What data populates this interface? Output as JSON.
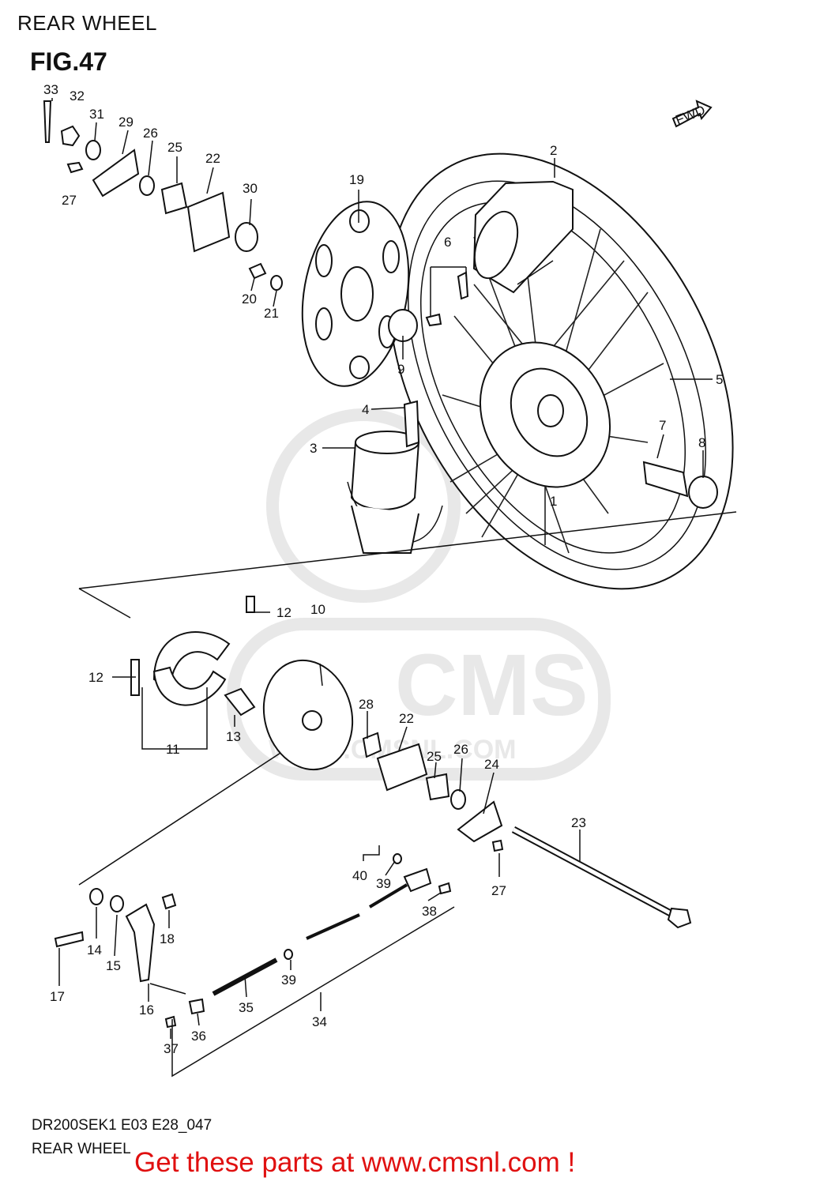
{
  "header": {
    "title": "REAR WHEEL",
    "figure": "FIG.47"
  },
  "footer": {
    "model_code": "DR200SEK1 E03 E28_047",
    "title": "REAR WHEEL",
    "promo": "Get these parts at www.cmsnl.com !"
  },
  "watermark": {
    "brand": "CMS",
    "site": "WWW.CMSNL.COM"
  },
  "direction_badge": "FWD",
  "colors": {
    "promo": "#e01010",
    "line": "#111111",
    "watermark": "#e8e8e8"
  },
  "callouts": {
    "c1": "1",
    "c2": "2",
    "c3": "3",
    "c4": "4",
    "c5": "5",
    "c6": "6",
    "c7": "7",
    "c8": "8",
    "c9": "9",
    "c10": "10",
    "c11": "11",
    "c12a": "12",
    "c12b": "12",
    "c13": "13",
    "c14": "14",
    "c15": "15",
    "c16": "16",
    "c17": "17",
    "c18": "18",
    "c19": "19",
    "c20": "20",
    "c21": "21",
    "c22a": "22",
    "c22b": "22",
    "c23": "23",
    "c24": "24",
    "c25a": "25",
    "c25b": "25",
    "c26a": "26",
    "c26b": "26",
    "c27a": "27",
    "c27b": "27",
    "c28": "28",
    "c29": "29",
    "c30": "30",
    "c31": "31",
    "c32": "32",
    "c33": "33",
    "c34": "34",
    "c35": "35",
    "c36": "36",
    "c37": "37",
    "c38": "38",
    "c39a": "39",
    "c39b": "39",
    "c40": "40"
  }
}
